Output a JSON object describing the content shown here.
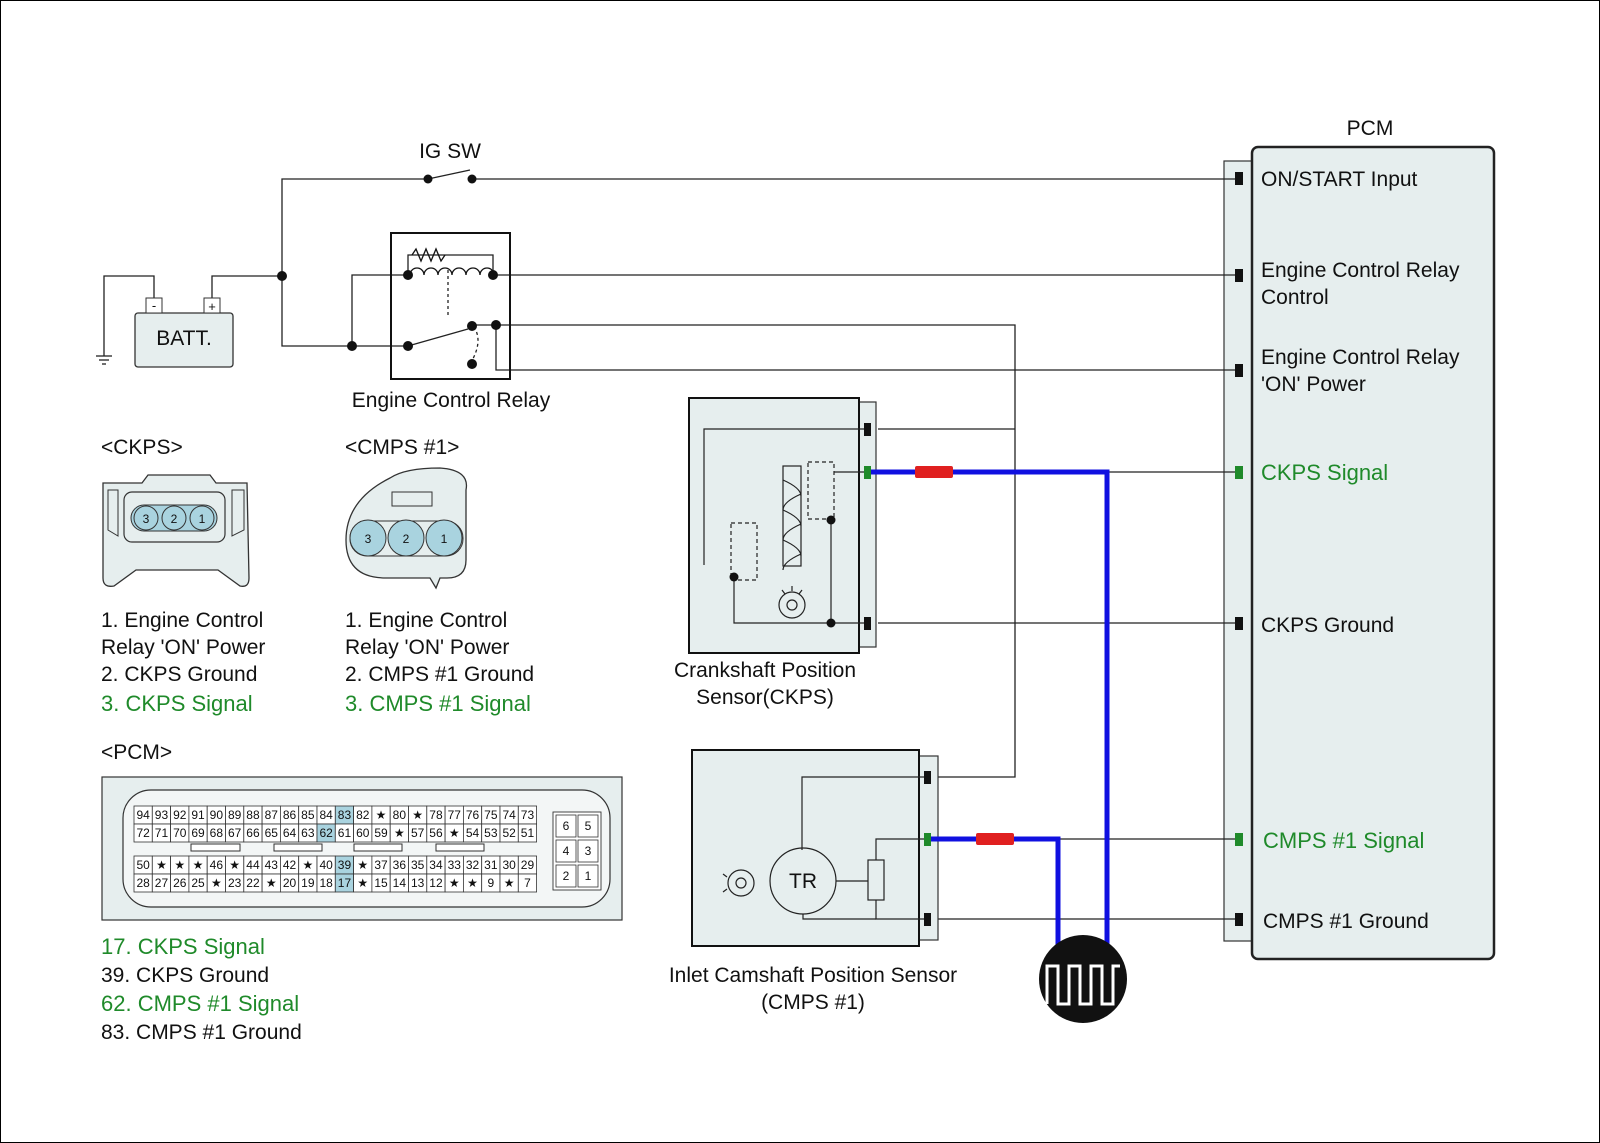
{
  "pcm_title": "PCM",
  "ig_sw": "IG SW",
  "battery": "BATT.",
  "battery_neg": "-",
  "battery_pos": "+",
  "relay_label": "Engine Control Relay",
  "pcm_pins": {
    "on_start": "ON/START Input",
    "relay_control_1": "Engine Control Relay",
    "relay_control_2": "Control",
    "relay_on_1": "Engine Control Relay",
    "relay_on_2": "'ON' Power",
    "ckps_signal": "CKPS Signal",
    "ckps_ground": "CKPS Ground",
    "cmps_signal": "CMPS #1 Signal",
    "cmps_ground": "CMPS #1 Ground"
  },
  "ckps_sensor": {
    "line1": "Crankshaft Position",
    "line2": "Sensor(CKPS)"
  },
  "cmps_sensor": {
    "line1": "Inlet Camshaft Position Sensor",
    "line2": "(CMPS #1)",
    "tr": "TR"
  },
  "ckps_connector": {
    "title": "<CKPS>",
    "pins": [
      "3",
      "2",
      "1"
    ],
    "legend": [
      "1. Engine Control",
      "Relay 'ON' Power",
      "2. CKPS Ground",
      "3. CKPS Signal"
    ]
  },
  "cmps_connector": {
    "title": "<CMPS #1>",
    "pins": [
      "3",
      "2",
      "1"
    ],
    "legend": [
      "1. Engine Control",
      "Relay 'ON' Power",
      "2. CMPS #1 Ground",
      "3. CMPS #1 Signal"
    ]
  },
  "pcm_connector": {
    "title": "<PCM>",
    "row1": [
      "94",
      "93",
      "92",
      "91",
      "90",
      "89",
      "88",
      "87",
      "86",
      "85",
      "84",
      "83",
      "82",
      "★",
      "80",
      "★",
      "78",
      "77",
      "76",
      "75",
      "74",
      "73"
    ],
    "row2": [
      "72",
      "71",
      "70",
      "69",
      "68",
      "67",
      "66",
      "65",
      "64",
      "63",
      "62",
      "61",
      "60",
      "59",
      "★",
      "57",
      "56",
      "★",
      "54",
      "53",
      "52",
      "51"
    ],
    "row3": [
      "50",
      "★",
      "★",
      "★",
      "46",
      "★",
      "44",
      "43",
      "42",
      "★",
      "40",
      "39",
      "★",
      "37",
      "36",
      "35",
      "34",
      "33",
      "32",
      "31",
      "30",
      "29"
    ],
    "row4": [
      "28",
      "27",
      "26",
      "25",
      "★",
      "23",
      "22",
      "★",
      "20",
      "19",
      "18",
      "17",
      "★",
      "15",
      "14",
      "13",
      "12",
      "★",
      "★",
      "9",
      "★",
      "7"
    ],
    "highlight": [
      "83",
      "62",
      "39",
      "17"
    ],
    "small_block": [
      [
        "6",
        "5"
      ],
      [
        "4",
        "3"
      ],
      [
        "2",
        "1"
      ]
    ],
    "legend": [
      "17. CKPS Signal",
      "39. CKPS Ground",
      "62. CMPS #1 Signal",
      "83. CMPS #1 Ground"
    ]
  },
  "colors": {
    "signal_green": "#1f8a2a",
    "probe_blue": "#1010e0",
    "probe_red": "#e02020",
    "pin_highlight": "#a9d3df",
    "panel_fill": "#e6eeee"
  }
}
